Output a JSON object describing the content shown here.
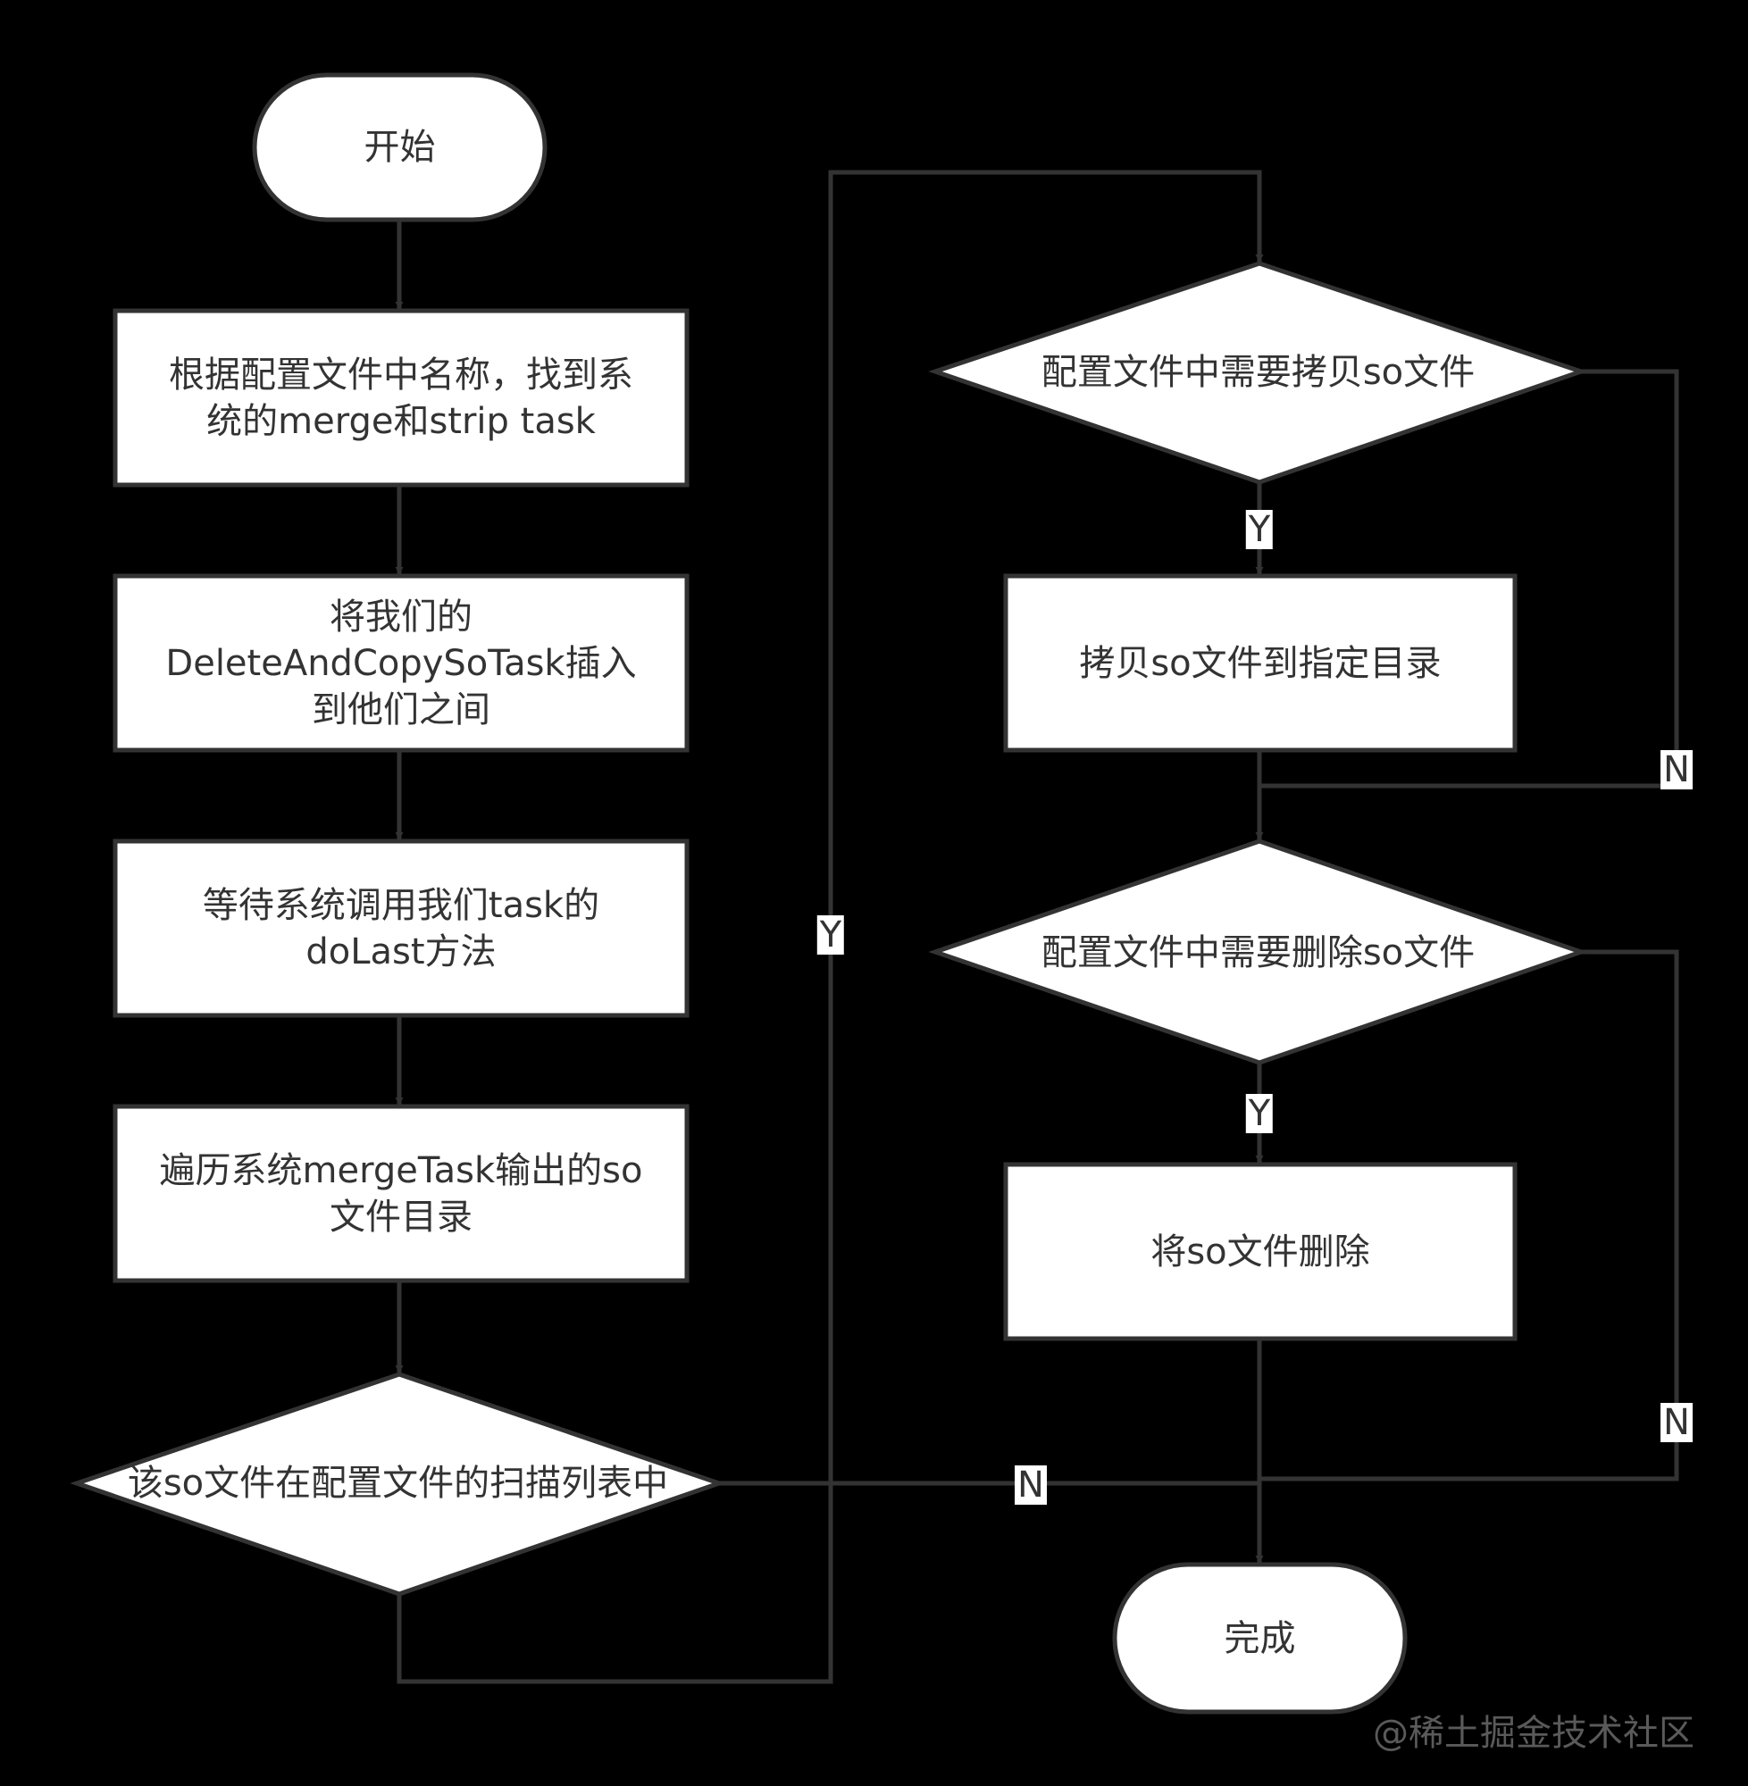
{
  "flowchart": {
    "start": "开始",
    "find_tasks": "根据配置文件中名称，找到系\n统的merge和strip task",
    "insert_task": "将我们的\nDeleteAndCopySoTask插入\n到他们之间",
    "wait_dolast": "等待系统调用我们task的\ndoLast方法",
    "traverse_dir": "遍历系统mergeTask输出的so\n文件目录",
    "in_scan_list": "该so文件在配置文件的扫描列表中",
    "need_copy": "配置文件中需要拷贝so文件",
    "copy_so": "拷贝so文件到指定目录",
    "need_delete": "配置文件中需要删除so文件",
    "delete_so": "将so文件删除",
    "done": "完成"
  },
  "edge_labels": {
    "scan_yes": "Y",
    "scan_no": "N",
    "copy_yes": "Y",
    "copy_no": "N",
    "delete_yes": "Y",
    "delete_no": "N"
  },
  "watermark": "@稀土掘金技术社区",
  "colors": {
    "background": "#000000",
    "shape_fill": "#ffffff",
    "stroke": "#333333",
    "text": "#333333"
  }
}
